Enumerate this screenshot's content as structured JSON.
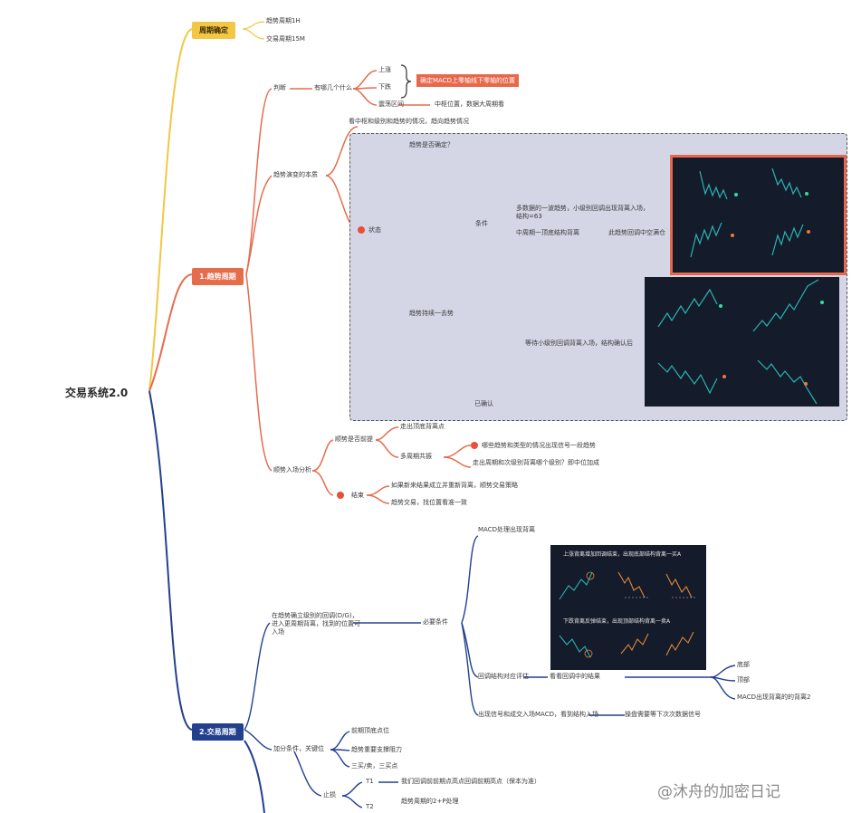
{
  "root": "交易系统2.0",
  "period": {
    "label": "周期确定",
    "children": [
      "趋势周期1H",
      "交易周期15M"
    ]
  },
  "trend": {
    "label": "1.趋势周期",
    "judge": "判断",
    "judge_q": "有哪几个什么",
    "up": "上涨",
    "down": "下跌",
    "macd_note": "确定MACD上零轴线下零轴的位置",
    "range": "震荡区间",
    "range_note": "中枢位置，数据大周期看",
    "structure": "趋势演变的本质",
    "structure_note": "看中枢和级别和趋势的情况，趋向趋势情况",
    "q1": "趋势是否确定？",
    "status": "状态",
    "condition": "条件",
    "c1": "多数据的一波趋势，小级别回调出现背离入场，结构=63",
    "c2": "中周期一顶底结构背离",
    "c2_note": "此趋势回调中空满仓",
    "continue": "趋势持续一去势",
    "cont_note": "等待小级别回调背离入场，结构确认后",
    "done": "已确认",
    "entry": "顺势入场分析",
    "e1": "顺势是否前提",
    "e1a": "走出顶底背离点",
    "e1b": "多周期共振",
    "e1b1": "哪些趋势和类型的情况出现信号一段趋势",
    "e1b2": "走出周期和次级别背离哪个级别？即中位加成",
    "e2": "结束",
    "e2a": "如果新来结果成立并重新背离，顺势交易策略",
    "e2b": "趋势交易，找位置看准一致"
  },
  "exec": {
    "label": "2.交易周期",
    "entry_cond": "在趋势确立级别的回调(D/G)，进入更周期背离，找到的位置可入场",
    "macd_note": "MACD处理出现背离",
    "panel_top": "上涨背离增加回调结束，出现底部结构背离一买A",
    "panel_bottom": "下跌背离反弹结束，出现顶部结构背离一卖A",
    "cond_label": "必要条件",
    "review": "回调结构对应评估",
    "review_note": "看看回调中的结果",
    "r1": "底部",
    "r2": "顶部",
    "r3": "MACD出现背离的的背离2",
    "break": "出现信号和成交入场MACD，看到结构入场",
    "break_note": "操盘需要等下次次数据信号",
    "filter": "加分条件，关键位",
    "f1": "前期顶底点位",
    "f2": "趋势重要支撑阻力",
    "f3": "三买/卖，三买点",
    "stop": "止损",
    "t1": "T1",
    "t1_note": "我们回调前前期点高点回调前期高点（保本为准）",
    "t2": "T2",
    "t2_note": "趋势周期的2+P处理"
  },
  "watermark": "@沐舟的加密日记",
  "colors": {
    "yellow": "#f2c744",
    "red": "#e66c4c",
    "blue": "#23408f"
  }
}
